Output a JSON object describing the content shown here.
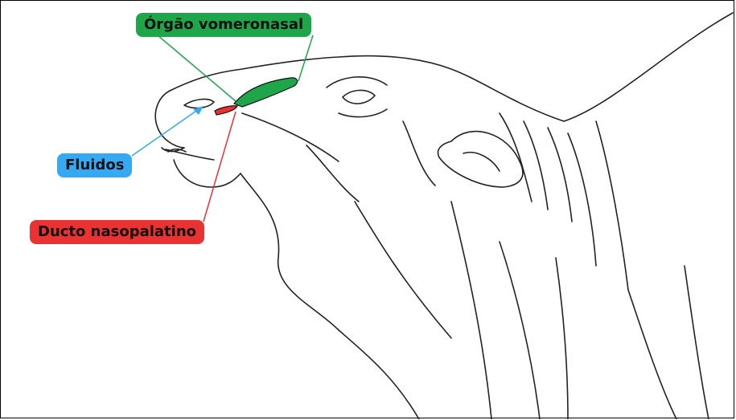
{
  "labels": {
    "vomeronasal": "Órgão vomeronasal",
    "fluids": "Fluidos",
    "duct": "Ducto nasopalatino"
  },
  "colors": {
    "vomeronasal": "#1fa64b",
    "fluids": "#35a9f2",
    "duct": "#ea3232",
    "outline": "#222222"
  },
  "icons": {
    "arrow": "blue-arrow-pointing-to-nostril"
  }
}
